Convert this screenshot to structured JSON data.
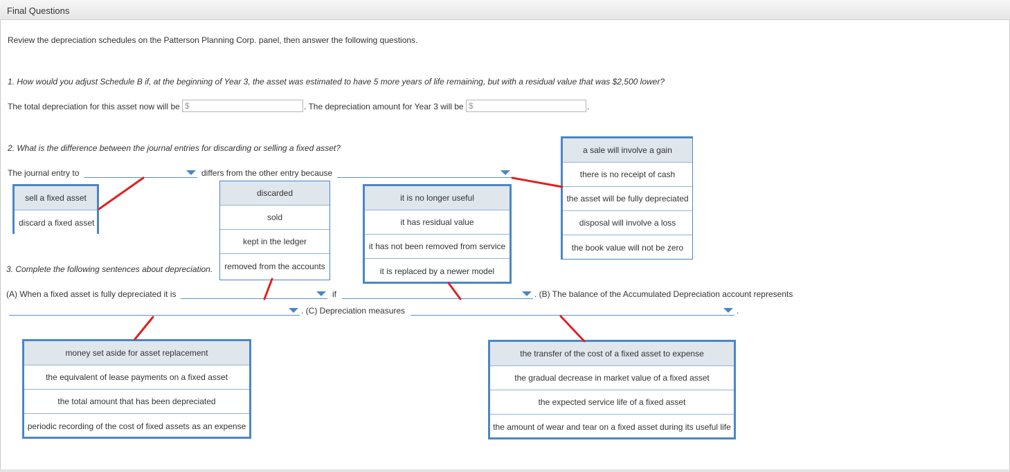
{
  "window": {
    "title": "Final Questions"
  },
  "intro": "Review the depreciation schedules on the Patterson Planning Corp. panel, then answer the following questions.",
  "q1": {
    "question": "1. How would you adjust Schedule B if, at the beginning of Year 3, the asset was estimated to have 5 more years of life remaining, but with a residual value that was $2,500 lower?",
    "label_total": "The total depreciation for this asset now will be",
    "input_total_placeholder": "$",
    "label_year3": ". The depreciation amount for Year 3 will be",
    "input_year3_placeholder": "$",
    "end": "."
  },
  "q2": {
    "question": "2. What is the difference between the journal entries for discarding or selling a fixed asset?",
    "label_start": "The journal entry to",
    "label_mid": "differs from the other entry because",
    "dropdown_entry_options": [
      "sell a fixed asset",
      "discard a fixed asset"
    ],
    "dropdown_reason_options": [
      "a sale will involve a gain",
      "there is no receipt of cash",
      "the asset will be fully depreciated",
      "disposal will involve a loss",
      "the book value will not be zero"
    ]
  },
  "q3": {
    "question": "3. Complete the following sentences about depreciation.",
    "label_a": "(A) When a fixed asset is fully depreciated it is",
    "label_if": "if",
    "label_b": ". (B) The balance of the Accumulated Depreciation account represents",
    "label_c": ". (C) Depreciation measures",
    "end": ".",
    "dropdown_state_options": [
      "discarded",
      "sold",
      "kept in the ledger",
      "removed from the accounts"
    ],
    "dropdown_condition_options": [
      "it is no longer useful",
      "it has residual value",
      "it has not been removed from service",
      "it is replaced by a newer model"
    ],
    "dropdown_balance_options": [
      "money set aside for asset replacement",
      "the equivalent of lease payments on a fixed asset",
      "the total amount that has been depreciated",
      "periodic recording of the cost of fixed assets as an expense"
    ],
    "dropdown_measures_options": [
      "the transfer of the cost of a fixed asset to expense",
      "the gradual decrease in market value of a fixed asset",
      "the expected service life of a fixed asset",
      "the amount of wear and tear on a fixed asset during its useful life"
    ]
  },
  "colors": {
    "accent": "#4a86c5",
    "annotation": "#e02020",
    "selected_option": "#dfe6ec"
  }
}
